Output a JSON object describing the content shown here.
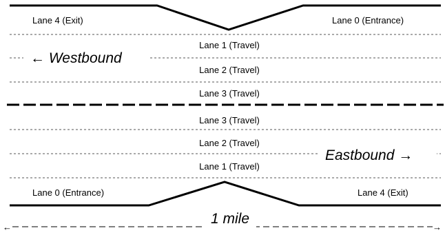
{
  "westbound": {
    "direction_label": "← Westbound",
    "lanes": {
      "exit": "Lane 4 (Exit)",
      "entrance": "Lane 0 (Entrance)",
      "travel_1": "Lane 1 (Travel)",
      "travel_2": "Lane 2 (Travel)",
      "travel_3": "Lane 3 (Travel)"
    }
  },
  "eastbound": {
    "direction_label": "Eastbound →",
    "lanes": {
      "travel_3": "Lane 3 (Travel)",
      "travel_2": "Lane 2 (Travel)",
      "travel_1": "Lane 1 (Travel)",
      "entrance": "Lane 0 (Entrance)",
      "exit": "Lane 4 (Exit)"
    }
  },
  "scale": {
    "label": "1 mile"
  }
}
